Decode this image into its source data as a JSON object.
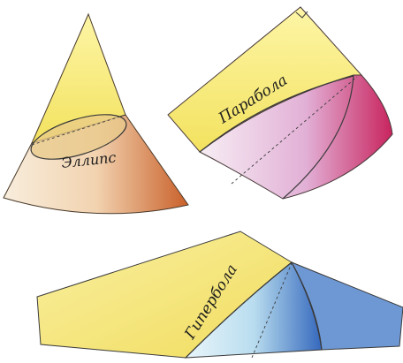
{
  "labels": {
    "ellipse": "Эллипс",
    "parabola": "Парабола",
    "hyperbola": "Гипербола"
  },
  "colors": {
    "yellow": "#f6e978",
    "yellow_light": "#fbf4b0",
    "orange": "#d9743a",
    "cream": "#f3dcc2",
    "pink": "#d98cc4",
    "magenta": "#cf2f6a",
    "light_blue": "#bfe3f3",
    "blue": "#3f74c4",
    "outline": "#3a3a3a"
  }
}
